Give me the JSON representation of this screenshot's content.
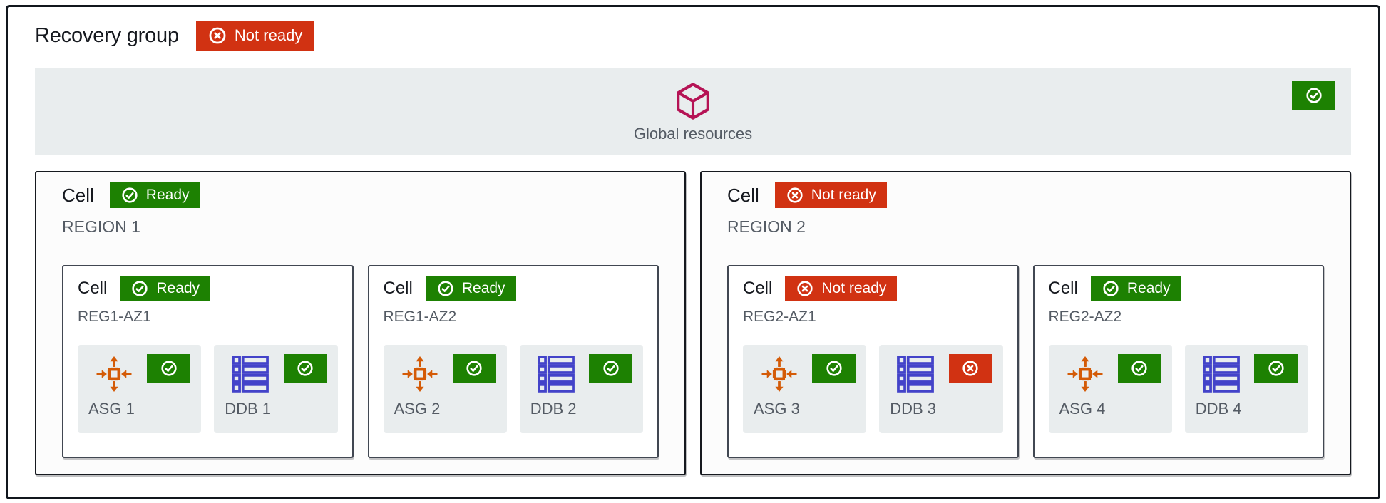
{
  "panel": {
    "title": "Recovery group",
    "status_label": "Not ready",
    "status": "not-ready"
  },
  "global": {
    "label": "Global resources",
    "status": "ready"
  },
  "colors": {
    "ready_green": "#1d8102",
    "not_ready_red": "#d13212",
    "global_cube": "#b51355",
    "asg_orange": "#d45b07",
    "ddb_indigo": "#4343c9",
    "bar_gray": "#e9edee",
    "text_secondary": "#545b64"
  },
  "cells": [
    {
      "label": "Cell",
      "status_label": "Ready",
      "status": "ready",
      "name": "REGION 1",
      "subcells": [
        {
          "label": "Cell",
          "status_label": "Ready",
          "status": "ready",
          "name": "REG1-AZ1",
          "resources": [
            {
              "name": "ASG 1",
              "type": "auto-scaling-group",
              "status": "ready"
            },
            {
              "name": "DDB 1",
              "type": "dynamodb-table",
              "status": "ready"
            }
          ]
        },
        {
          "label": "Cell",
          "status_label": "Ready",
          "status": "ready",
          "name": "REG1-AZ2",
          "resources": [
            {
              "name": "ASG 2",
              "type": "auto-scaling-group",
              "status": "ready"
            },
            {
              "name": "DDB 2",
              "type": "dynamodb-table",
              "status": "ready"
            }
          ]
        }
      ]
    },
    {
      "label": "Cell",
      "status_label": "Not ready",
      "status": "not-ready",
      "name": "REGION 2",
      "subcells": [
        {
          "label": "Cell",
          "status_label": "Not ready",
          "status": "not-ready",
          "name": "REG2-AZ1",
          "resources": [
            {
              "name": "ASG 3",
              "type": "auto-scaling-group",
              "status": "ready"
            },
            {
              "name": "DDB 3",
              "type": "dynamodb-table",
              "status": "not-ready"
            }
          ]
        },
        {
          "label": "Cell",
          "status_label": "Ready",
          "status": "ready",
          "name": "REG2-AZ2",
          "resources": [
            {
              "name": "ASG 4",
              "type": "auto-scaling-group",
              "status": "ready"
            },
            {
              "name": "DDB 4",
              "type": "dynamodb-table",
              "status": "ready"
            }
          ]
        }
      ]
    }
  ]
}
